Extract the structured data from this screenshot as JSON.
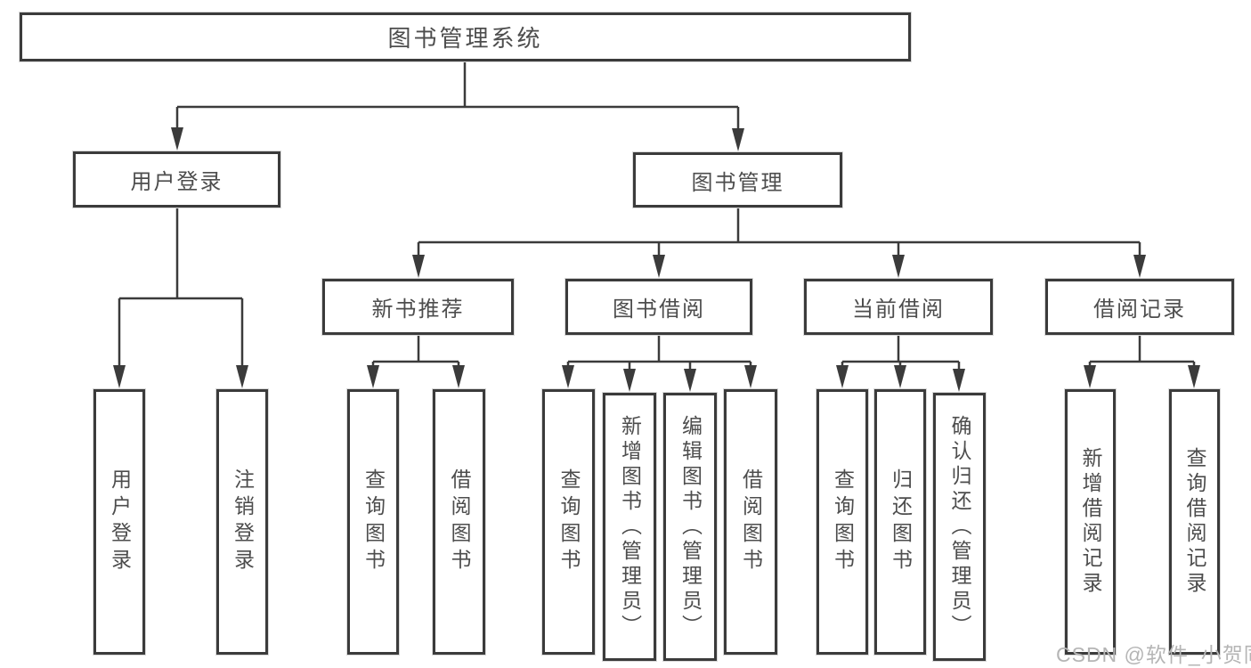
{
  "diagram": {
    "root": {
      "label": "图书管理系统"
    },
    "level2": [
      {
        "label": "用户登录",
        "children": [
          {
            "label": "用户登录"
          },
          {
            "label": "注销登录"
          }
        ]
      },
      {
        "label": "图书管理",
        "children": [
          {
            "label": "新书推荐",
            "children": [
              {
                "label": "查询图书"
              },
              {
                "label": "借阅图书"
              }
            ]
          },
          {
            "label": "图书借阅",
            "children": [
              {
                "label": "查询图书"
              },
              {
                "label": "新增图书（管理员）"
              },
              {
                "label": "编辑图书（管理员）"
              },
              {
                "label": "借阅图书"
              }
            ]
          },
          {
            "label": "当前借阅",
            "children": [
              {
                "label": "查询图书"
              },
              {
                "label": "归还图书"
              },
              {
                "label": "确认归还（管理员）"
              }
            ]
          },
          {
            "label": "借阅记录",
            "children": [
              {
                "label": "新增借阅记录"
              },
              {
                "label": "查询借阅记录"
              }
            ]
          }
        ]
      }
    ]
  },
  "watermark": {
    "text": "CSDN @软件_小贺同学"
  },
  "colors": {
    "line": "#3b3b3b",
    "box_border": "#3b3b3b",
    "text": "#4d4d4d",
    "watermark": "#b5b5b5",
    "background": "#ffffff"
  }
}
